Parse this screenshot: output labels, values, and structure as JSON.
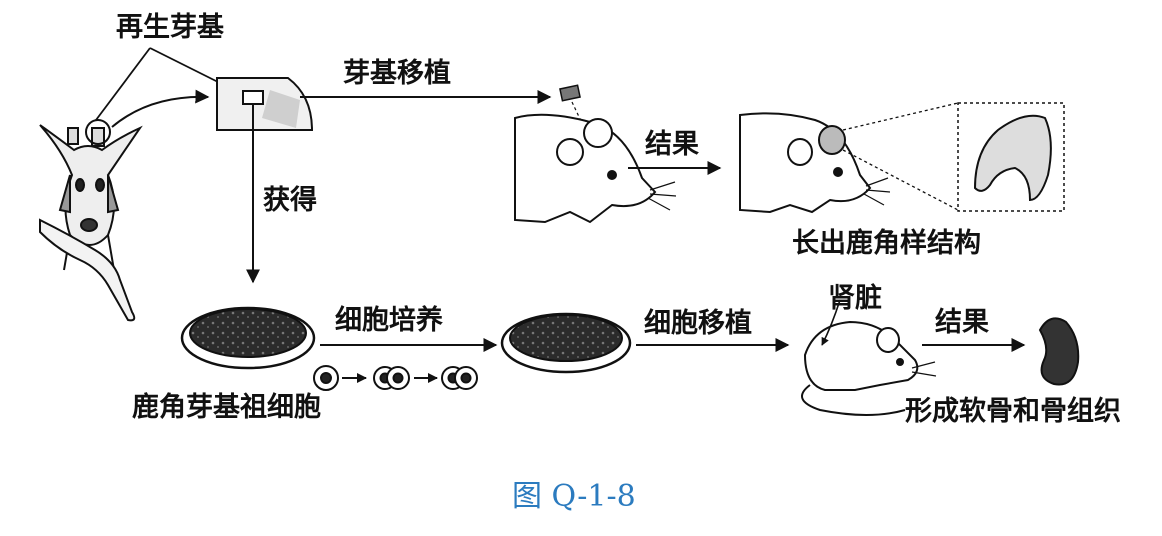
{
  "labels": {
    "regen_blastema": "再生芽基",
    "blastema_transplant": "芽基移植",
    "result_top": "结果",
    "antler_structure": "长出鹿角样结构",
    "obtain": "获得",
    "progenitor_cells": "鹿角芽基祖细胞",
    "cell_culture": "细胞培养",
    "cell_transplant": "细胞移植",
    "kidney": "肾脏",
    "result_bottom": "结果",
    "cartilage_bone": "形成软骨和骨组织"
  },
  "caption": "图 Q-1-8",
  "colors": {
    "caption": "#2b7bbf",
    "ink": "#111111"
  }
}
